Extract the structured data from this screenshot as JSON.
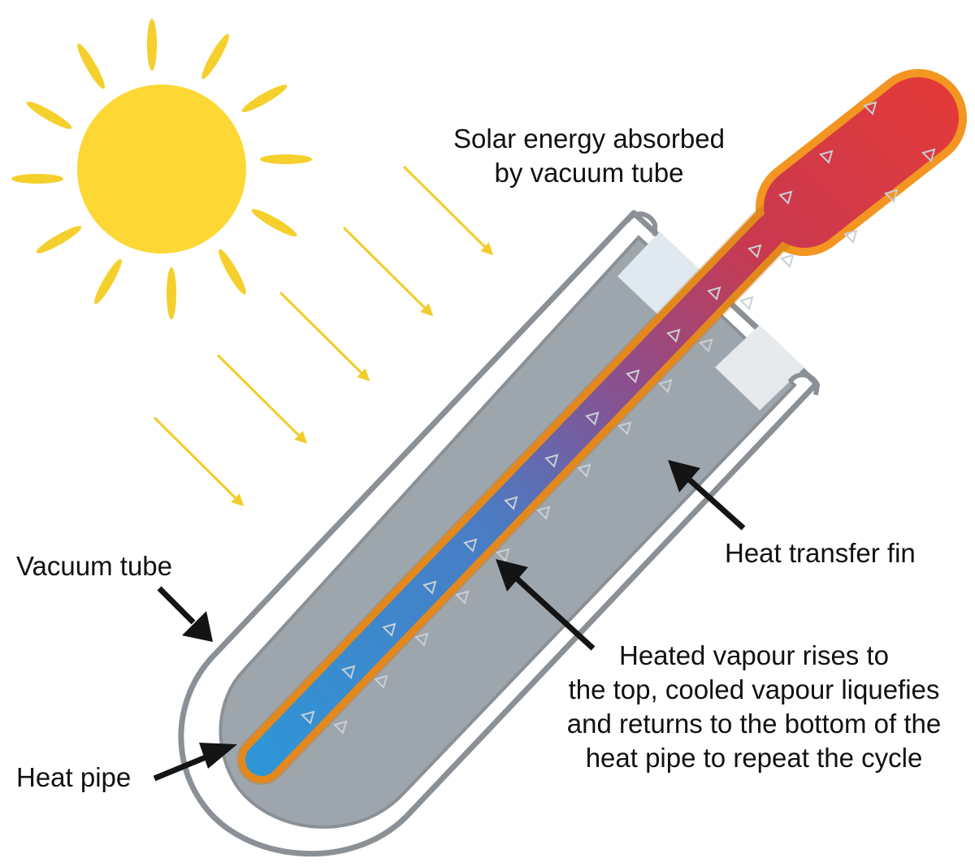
{
  "labels": {
    "solar": [
      "Solar energy absorbed",
      "by vacuum tube"
    ],
    "vacuum_tube": "Vacuum tube",
    "heat_transfer_fin": "Heat transfer fin",
    "heat_pipe": "Heat pipe",
    "vapour_cycle": [
      "Heated vapour rises to",
      "the top, cooled vapour liquefies",
      "and returns to the bottom of the",
      "heat pipe to repeat the cycle"
    ]
  },
  "colors": {
    "sun": "#fdd835",
    "rays": "#f5cf2c",
    "arrow": "#f2cc2a",
    "tube_outline": "#8a9095",
    "tube_inner": "#9ea6ad",
    "glass_highlight": "#dfe9ef",
    "pipe_casing": "#f39521",
    "pipe_hot": "#e23a3a",
    "pipe_cold": "#2f95d6",
    "pointer": "#141414"
  }
}
